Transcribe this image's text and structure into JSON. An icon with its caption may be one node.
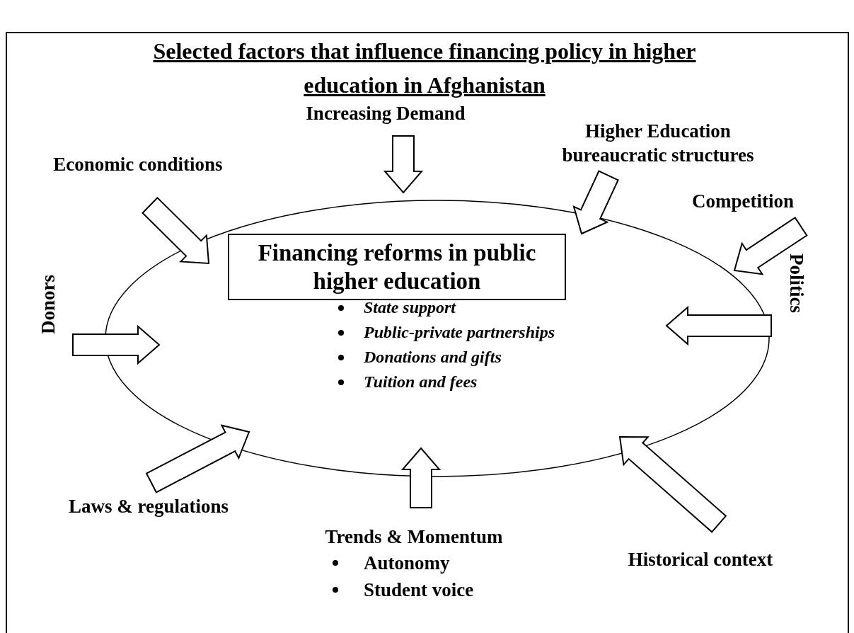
{
  "diagram": {
    "title": "Selected factors that influence financing policy in higher education in Afghanistan",
    "nodes": [
      {
        "text": [
          "Increasing Demand"
        ]
      },
      {
        "text": [
          "Higher Education bureaucratic structures"
        ]
      },
      {
        "text": [
          "Economic conditions"
        ]
      },
      {
        "text": [
          "Competition"
        ]
      },
      {
        "text": [
          "Donors"
        ]
      },
      {
        "text": [
          "Politics"
        ]
      },
      {
        "text": [
          "State support",
          "Public-private partnerships",
          "Donations and gifts",
          "Tuition and fees"
        ]
      },
      {
        "text": [
          "Financing reforms in public higher education"
        ],
        "in": 6
      },
      {
        "text": [
          "Laws & regulations"
        ]
      },
      {
        "text": [
          "Trends & Momentum",
          "Autonomy",
          "Student voice"
        ]
      },
      {
        "text": [
          "Historical context"
        ]
      }
    ],
    "edges": [
      {
        "from": 0,
        "to": 6,
        "arrow": "to"
      },
      {
        "from": 1,
        "to": 6,
        "arrow": "to"
      },
      {
        "from": 2,
        "to": 6,
        "arrow": "to"
      },
      {
        "from": 3,
        "to": 6,
        "arrow": "to"
      },
      {
        "from": 5,
        "to": 6,
        "arrow": "to"
      },
      {
        "from": 4,
        "to": 6,
        "arrow": "to"
      },
      {
        "from": 8,
        "to": 6,
        "arrow": "to"
      },
      {
        "from": 9,
        "to": 6,
        "arrow": "to"
      },
      {
        "from": 10,
        "to": 6,
        "arrow": "to"
      }
    ]
  }
}
